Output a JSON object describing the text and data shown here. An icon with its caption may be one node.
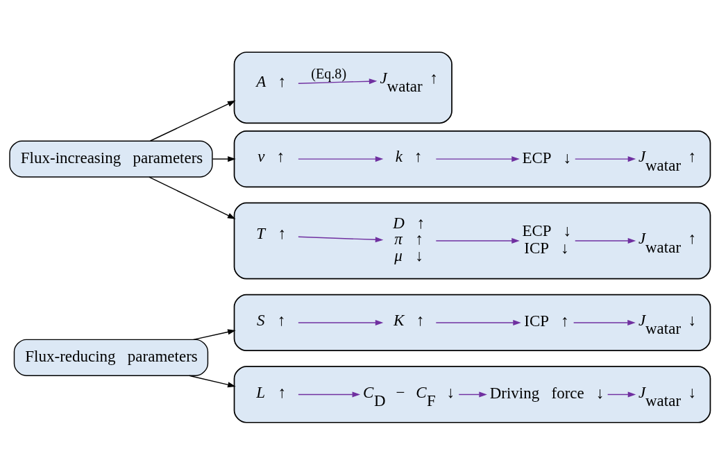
{
  "diagram": {
    "nodes": [
      {
        "text": [
          "Flux-reducing parameters"
        ]
      },
      {
        "text": [],
        "shape": "box"
      },
      {
        "text": [
          "*S* ↑"
        ],
        "in": 1
      },
      {
        "text": [
          "*K* ↑"
        ],
        "in": 1
      },
      {
        "text": [
          "ICP ↑"
        ],
        "in": 1
      },
      {
        "text": [
          "*J*$_{watar}$ ↓"
        ],
        "in": 1
      },
      {
        "text": [],
        "shape": "box"
      },
      {
        "text": [
          "*L* ↑"
        ],
        "in": 6
      },
      {
        "text": [
          "*C*$_{D}$ − *C*$_{F}$ ↓"
        ],
        "in": 6
      },
      {
        "text": [
          "Driving force ↓"
        ],
        "in": 6
      },
      {
        "text": [
          "*J*$_{watar}$ ↓"
        ],
        "in": 6
      },
      {
        "text": [
          "Flux-increasing parameters"
        ]
      },
      {
        "text": [],
        "shape": "box"
      },
      {
        "text": [
          "*A* ↑"
        ],
        "in": 12
      },
      {
        "text": [
          "*J*$_{watar}$ ↑"
        ],
        "in": 12
      },
      {
        "text": [],
        "shape": "box"
      },
      {
        "text": [
          "*v* ↑"
        ],
        "in": 15
      },
      {
        "text": [
          "*k* ↑"
        ],
        "in": 15
      },
      {
        "text": [
          "ECP ↓"
        ],
        "in": 15
      },
      {
        "text": [
          "*J*$_{watar}$ ↑"
        ],
        "in": 15
      },
      {
        "text": [],
        "shape": "box"
      },
      {
        "text": [
          "*T* ↑"
        ],
        "in": 20
      },
      {
        "text": [
          "*D* ↑",
          "*π* ↑",
          "*μ* ↓"
        ],
        "in": 20
      },
      {
        "text": [
          "ECP ↓",
          "ICP ↓"
        ],
        "in": 20
      },
      {
        "text": [
          "*J*$_{watar}$ ↑"
        ],
        "in": 20
      }
    ],
    "edges": [
      {
        "from": 0,
        "to": 1,
        "arrow": "to",
        "color": "#000000"
      },
      {
        "from": 0,
        "to": 6,
        "arrow": "to",
        "color": "#000000"
      },
      {
        "from": 2,
        "to": 3,
        "arrow": "to"
      },
      {
        "from": 3,
        "to": 4,
        "arrow": "to"
      },
      {
        "from": 4,
        "to": 5,
        "arrow": "to"
      },
      {
        "from": 7,
        "to": 8,
        "arrow": "to"
      },
      {
        "from": 8,
        "to": 9,
        "arrow": "to"
      },
      {
        "from": 9,
        "to": 10,
        "arrow": "to"
      },
      {
        "from": 11,
        "to": 12,
        "arrow": "to",
        "color": "#000000"
      },
      {
        "from": 11,
        "to": 15,
        "arrow": "to",
        "color": "#000000"
      },
      {
        "from": 11,
        "to": 20,
        "arrow": "to",
        "color": "#000000"
      },
      {
        "from": 13,
        "to": 14,
        "arrow": "to",
        "label": "(Eq.8)"
      },
      {
        "from": 16,
        "to": 17,
        "arrow": "to"
      },
      {
        "from": 17,
        "to": 18,
        "arrow": "to"
      },
      {
        "from": 18,
        "to": 19,
        "arrow": "to"
      },
      {
        "from": 21,
        "to": 22,
        "arrow": "to"
      },
      {
        "from": 22,
        "to": 23,
        "arrow": "to"
      },
      {
        "from": 23,
        "to": 24,
        "arrow": "to"
      }
    ]
  }
}
